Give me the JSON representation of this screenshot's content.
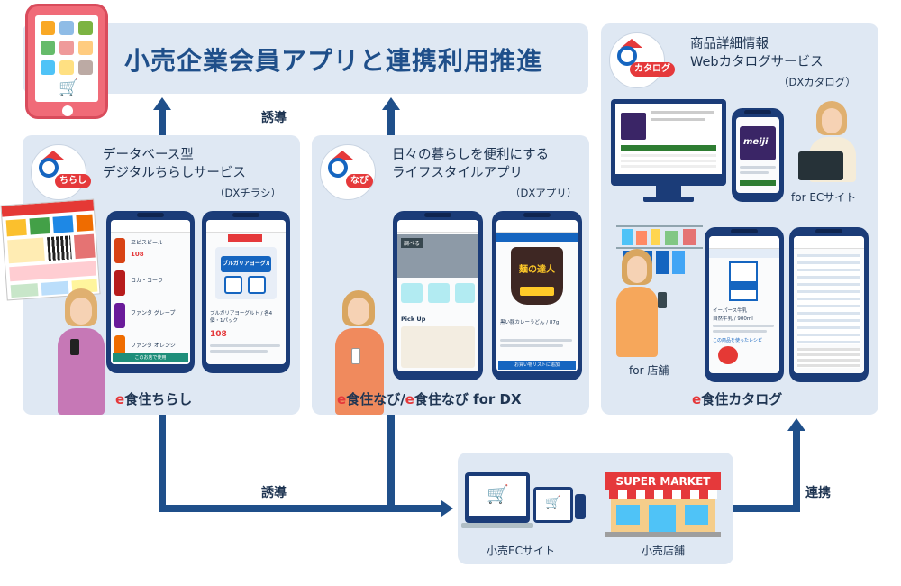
{
  "banner": {
    "title": "小売企業会員アプリと連携利用推進"
  },
  "guide_label": "誘導",
  "sections": {
    "chirashi": {
      "logo_text": "ちらし",
      "title_line1": "データベース型",
      "title_line2": "デジタルちらしサービス",
      "subtitle": "（DXチラシ）",
      "app_name_e": "e",
      "app_name_rest": "食住ちらし",
      "screen1": {
        "items": [
          "ヱビスビール",
          "コカ・コーラ",
          "ファンタ グレープ",
          "ファンタ オレンジ"
        ],
        "price": "108",
        "button": "このお店で使用"
      },
      "screen2": {
        "product": "ブルガリアヨーグルト",
        "desc": "ブルガリアヨーグルト / 各4個・1パック",
        "price": "108"
      }
    },
    "nabi": {
      "logo_text": "なび",
      "title_line1": "日々の暮らしを便利にする",
      "title_line2": "ライフスタイルアプリ",
      "subtitle": "（DXアプリ）",
      "app_name": [
        {
          "e": "e",
          "rest": "食住なび/"
        },
        {
          "e": "e",
          "rest": "食住なび for DX"
        }
      ],
      "screen1": {
        "pick_up": "Pick Up",
        "menu": "調べる"
      },
      "screen2": {
        "product": "麺の達人",
        "desc": "黒い豚カレーうどん / 87g",
        "button": "お買い物リストに追加"
      }
    },
    "catalog": {
      "logo_text": "カタログ",
      "title_line1": "商品詳細情報",
      "title_line2": "Webカタログサービス",
      "subtitle": "（DXカタログ）",
      "ec_label": "for ECサイト",
      "store_label": "for 店舗",
      "app_name_e": "e",
      "app_name_rest": "食住カタログ",
      "product_brand": "meiji",
      "milk_name": "イーパース牛乳",
      "milk_desc": "自然牛乳 / 900ml",
      "recipe_link": "この商品を使ったレシピ"
    }
  },
  "retail": {
    "ec_label": "小売ECサイト",
    "store_label": "小売店舗",
    "store_sign": "SUPER MARKET"
  },
  "link_label": "連携",
  "colors": {
    "panel": "#dfe8f3",
    "arrow": "#1f4f8a",
    "brand_red": "#e5393b",
    "brand_blue": "#1565c0"
  }
}
